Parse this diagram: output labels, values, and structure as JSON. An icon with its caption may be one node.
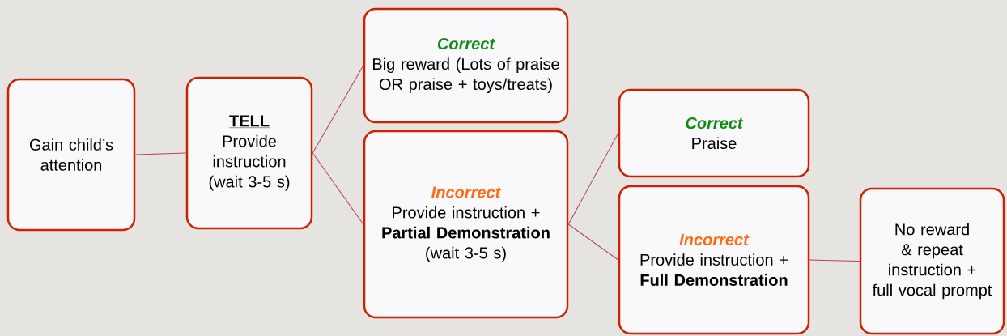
{
  "diagram": {
    "nodes": [
      {
        "text": [
          "Gain child’s attention"
        ]
      },
      {
        "text": [
          "TELL",
          "Provide instruction (wait 3-5 s)"
        ]
      },
      {
        "text": [
          "Correct",
          "Big reward (Lots of praise OR praise + toys/treats)"
        ]
      },
      {
        "text": [
          "Incorrect",
          "Provide instruction + **Partial Demonstration** (wait 3-5 s)"
        ]
      },
      {
        "text": [
          "Correct",
          "Praise"
        ]
      },
      {
        "text": [
          "Incorrect",
          "Provide instruction + **Full Demonstration**"
        ]
      },
      {
        "text": [
          "No reward & repeat instruction + full vocal prompt"
        ]
      }
    ],
    "edges": [
      {
        "from": 0,
        "to": 1,
        "arrow": "none"
      },
      {
        "from": 1,
        "to": 2,
        "arrow": "none"
      },
      {
        "from": 1,
        "to": 3,
        "arrow": "none"
      },
      {
        "from": 3,
        "to": 4,
        "arrow": "none"
      },
      {
        "from": 3,
        "to": 5,
        "arrow": "none"
      },
      {
        "from": 5,
        "to": 6,
        "arrow": "none"
      }
    ]
  }
}
